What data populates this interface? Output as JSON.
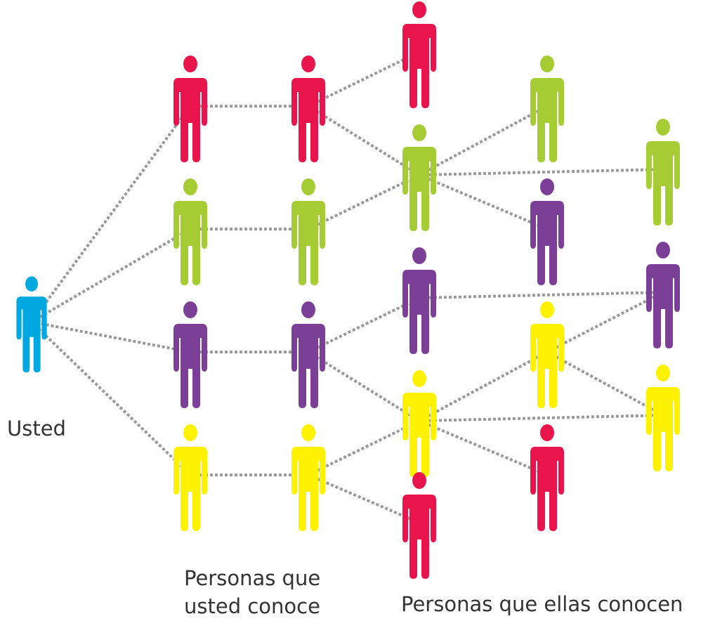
{
  "labels": {
    "you": "Usted",
    "people_you_know_line1": "Personas que",
    "people_you_know_line2": "usted conoce",
    "people_they_know": "Personas que ellas conocen"
  },
  "colors": {
    "you": "#00a8e1",
    "red": "#e8144b",
    "green": "#a5cc33",
    "purple": "#7c3f98",
    "yellow": "#fff200",
    "connector": "#999999",
    "text": "#333333"
  },
  "people": [
    {
      "id": "you",
      "color": "you"
    },
    {
      "id": "c1-red",
      "color": "red"
    },
    {
      "id": "c1-green",
      "color": "green"
    },
    {
      "id": "c1-purple",
      "color": "purple"
    },
    {
      "id": "c1-yellow",
      "color": "yellow"
    },
    {
      "id": "c2-red",
      "color": "red"
    },
    {
      "id": "c2-green",
      "color": "green"
    },
    {
      "id": "c2-purple",
      "color": "purple"
    },
    {
      "id": "c2-yellow",
      "color": "yellow"
    },
    {
      "id": "c3-red-top",
      "color": "red"
    },
    {
      "id": "c3-green",
      "color": "green"
    },
    {
      "id": "c3-purple",
      "color": "purple"
    },
    {
      "id": "c3-yellow",
      "color": "yellow"
    },
    {
      "id": "c3-red-bottom",
      "color": "red"
    },
    {
      "id": "c4-green",
      "color": "green"
    },
    {
      "id": "c4-purple",
      "color": "purple"
    },
    {
      "id": "c4-yellow",
      "color": "yellow"
    },
    {
      "id": "c4-red",
      "color": "red"
    },
    {
      "id": "c5-green",
      "color": "green"
    },
    {
      "id": "c5-purple",
      "color": "purple"
    },
    {
      "id": "c5-yellow",
      "color": "yellow"
    }
  ],
  "connections": [
    [
      "you",
      "c1-red"
    ],
    [
      "you",
      "c1-green"
    ],
    [
      "you",
      "c1-purple"
    ],
    [
      "you",
      "c1-yellow"
    ],
    [
      "c1-red",
      "c2-red"
    ],
    [
      "c1-green",
      "c2-green"
    ],
    [
      "c1-purple",
      "c2-purple"
    ],
    [
      "c1-yellow",
      "c2-yellow"
    ],
    [
      "c2-red",
      "c3-red-top"
    ],
    [
      "c2-red",
      "c3-green"
    ],
    [
      "c2-green",
      "c3-green"
    ],
    [
      "c2-purple",
      "c3-purple"
    ],
    [
      "c2-purple",
      "c3-yellow"
    ],
    [
      "c2-yellow",
      "c3-yellow"
    ],
    [
      "c2-yellow",
      "c3-red-bottom"
    ],
    [
      "c3-green",
      "c4-green"
    ],
    [
      "c3-green",
      "c5-green"
    ],
    [
      "c3-green",
      "c4-purple"
    ],
    [
      "c3-purple",
      "c5-purple"
    ],
    [
      "c3-yellow",
      "c4-yellow"
    ],
    [
      "c3-yellow",
      "c5-yellow"
    ],
    [
      "c3-yellow",
      "c4-red"
    ],
    [
      "c4-yellow",
      "c5-purple"
    ],
    [
      "c4-yellow",
      "c5-yellow"
    ]
  ]
}
